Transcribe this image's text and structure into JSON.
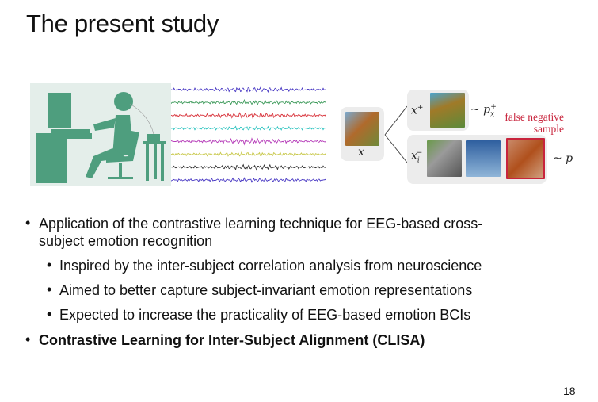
{
  "title": "The present study",
  "figure": {
    "wave_colors": [
      "#4b3bc4",
      "#3d9a5a",
      "#d8323a",
      "#2fc4c0",
      "#b53ab8",
      "#c8c84a",
      "#333333",
      "#4b3bc4"
    ],
    "accent_green": "#4e9e7e",
    "math": {
      "anchor": "x",
      "positive": "x",
      "positive_sup": "+",
      "positive_dist": "~ p",
      "positive_dist_sub": "x",
      "positive_dist_sup": "+",
      "negative": "x",
      "negative_sub": "i",
      "negative_sup": "−",
      "negative_dist": "~ p"
    },
    "false_negative_label": [
      "false negative",
      "sample"
    ],
    "false_negative_color": "#c8243c"
  },
  "bullets": [
    {
      "text": "Application of the contrastive learning technique for EEG-based cross-",
      "text2": "subject emotion recognition"
    },
    {
      "text": "Inspired by the inter-subject correlation analysis from neuroscience"
    },
    {
      "text": "Aimed to better capture subject-invariant emotion representations"
    },
    {
      "text": "Expected to increase the practicality of EEG-based emotion BCIs"
    },
    {
      "text": "Contrastive Learning for Inter-Subject Alignment (CLISA)"
    }
  ],
  "bullet_char": "•",
  "page_number": "18"
}
